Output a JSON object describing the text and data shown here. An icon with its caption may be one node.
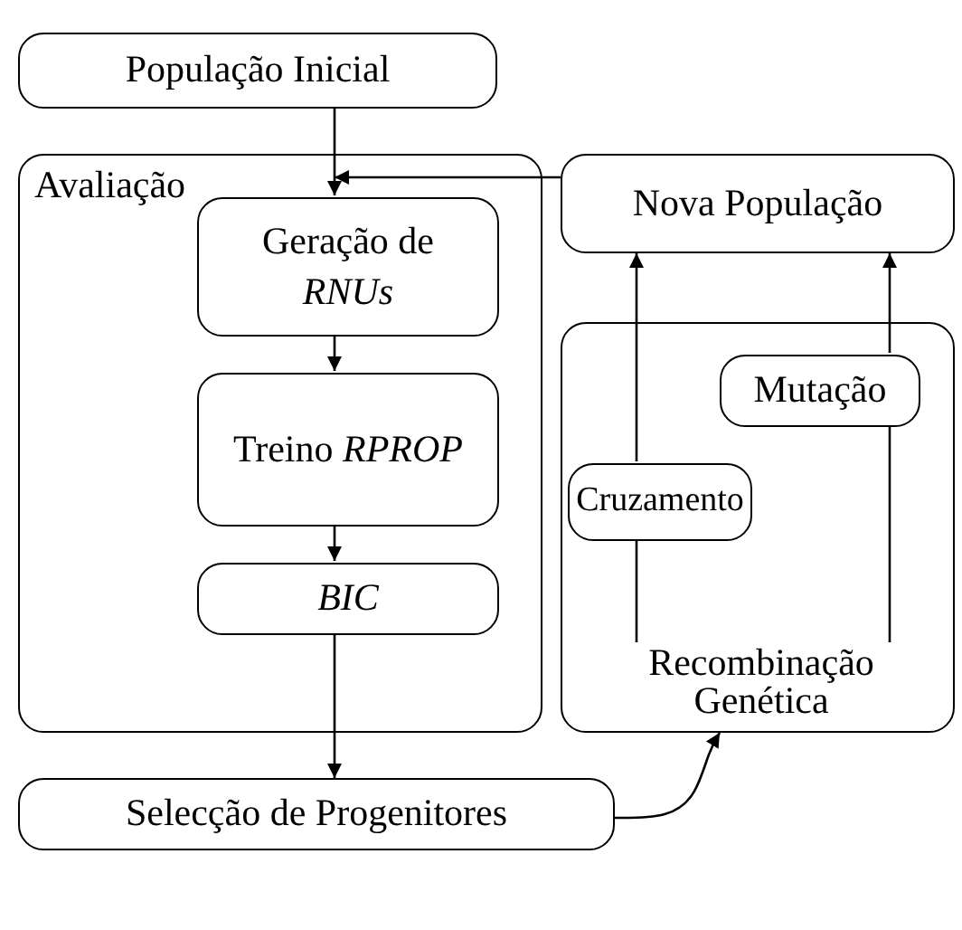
{
  "diagram": {
    "nodes": [
      {
        "text": [
          "População Inicial"
        ]
      },
      {
        "text": [
          "Avaliação"
        ]
      },
      {
        "text": [
          "Geração de *RNUs*"
        ],
        "in": 1
      },
      {
        "text": [
          "Treino *RPROP*"
        ],
        "in": 1
      },
      {
        "text": [
          "*BIC*"
        ],
        "in": 1
      },
      {
        "text": [
          "Nova População"
        ]
      },
      {
        "text": [
          "Recombinação Genética"
        ]
      },
      {
        "text": [
          "Cruzamento"
        ],
        "in": 6
      },
      {
        "text": [
          "Mutação"
        ],
        "in": 6
      },
      {
        "text": [
          "Selecção de Progenitores"
        ]
      }
    ],
    "edges": [
      {
        "from": 0,
        "to": 2,
        "arrow": "to"
      },
      {
        "from": 5,
        "to": 1,
        "arrow": "to"
      },
      {
        "from": 2,
        "to": 3,
        "arrow": "to"
      },
      {
        "from": 3,
        "to": 4,
        "arrow": "to"
      },
      {
        "from": 4,
        "to": 9,
        "arrow": "to"
      },
      {
        "from": 9,
        "to": 6,
        "arrow": "to"
      },
      {
        "from": 6,
        "to": 7,
        "arrow": "none"
      },
      {
        "from": 7,
        "to": 5,
        "arrow": "to"
      },
      {
        "from": 6,
        "to": 8,
        "arrow": "none"
      },
      {
        "from": 8,
        "to": 5,
        "arrow": "to"
      }
    ]
  }
}
